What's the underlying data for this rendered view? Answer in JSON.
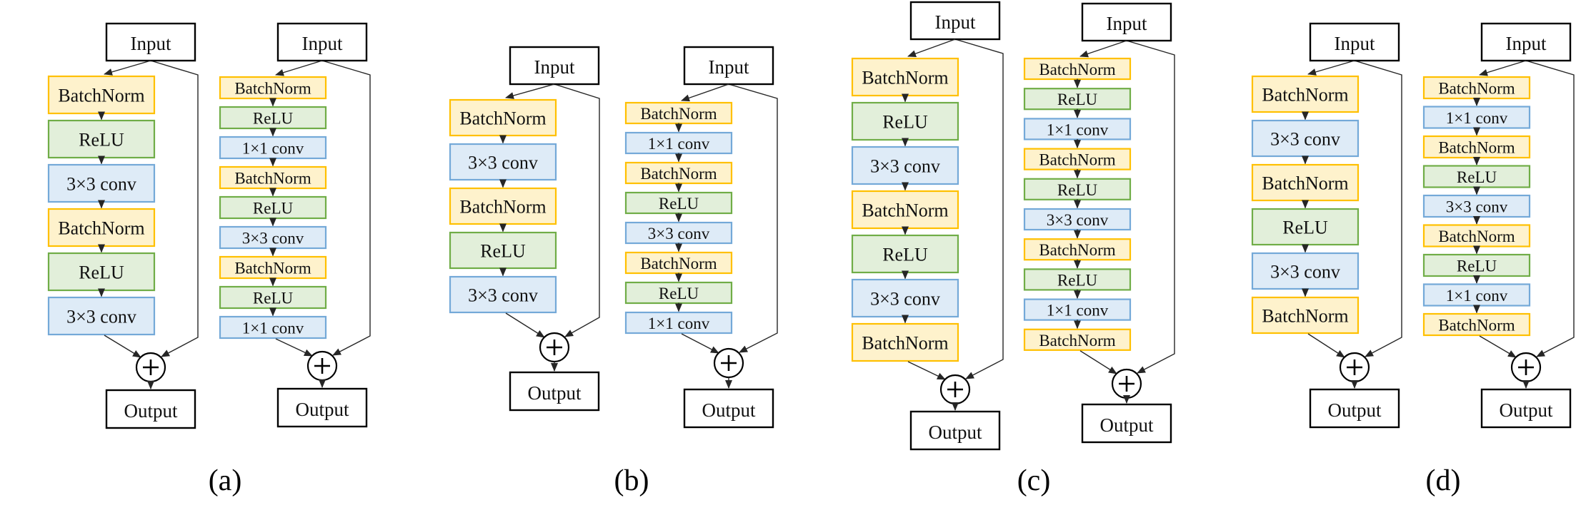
{
  "figure": {
    "node_labels": {
      "input": "Input",
      "output": "Output",
      "sum": "+"
    },
    "colors": {
      "batchnorm_fill": "#FEF2CC",
      "batchnorm_border": "#FFC000",
      "relu_fill": "#E2EFDA",
      "relu_border": "#70AD47",
      "conv_fill": "#DEEBF7",
      "conv_border": "#74A9D8",
      "io_fill": "#FFFFFF",
      "io_border": "#000000",
      "line": "#262626",
      "text": "#111111"
    },
    "panels": [
      {
        "label": "(a)",
        "columns": [
          {
            "name": "basic-block",
            "blocks": [
              {
                "type": "batchnorm",
                "label": "BatchNorm"
              },
              {
                "type": "relu",
                "label": "ReLU"
              },
              {
                "type": "conv",
                "label": "3×3 conv"
              },
              {
                "type": "batchnorm",
                "label": "BatchNorm"
              },
              {
                "type": "relu",
                "label": "ReLU"
              },
              {
                "type": "conv",
                "label": "3×3 conv"
              }
            ]
          },
          {
            "name": "bottleneck-block",
            "blocks": [
              {
                "type": "batchnorm",
                "label": "BatchNorm"
              },
              {
                "type": "relu",
                "label": "ReLU"
              },
              {
                "type": "conv",
                "label": "1×1 conv"
              },
              {
                "type": "batchnorm",
                "label": "BatchNorm"
              },
              {
                "type": "relu",
                "label": "ReLU"
              },
              {
                "type": "conv",
                "label": "3×3 conv"
              },
              {
                "type": "batchnorm",
                "label": "BatchNorm"
              },
              {
                "type": "relu",
                "label": "ReLU"
              },
              {
                "type": "conv",
                "label": "1×1 conv"
              }
            ]
          }
        ]
      },
      {
        "label": "(b)",
        "columns": [
          {
            "name": "basic-block",
            "blocks": [
              {
                "type": "batchnorm",
                "label": "BatchNorm"
              },
              {
                "type": "conv",
                "label": "3×3 conv"
              },
              {
                "type": "batchnorm",
                "label": "BatchNorm"
              },
              {
                "type": "relu",
                "label": "ReLU"
              },
              {
                "type": "conv",
                "label": "3×3 conv"
              }
            ]
          },
          {
            "name": "bottleneck-block",
            "blocks": [
              {
                "type": "batchnorm",
                "label": "BatchNorm"
              },
              {
                "type": "conv",
                "label": "1×1 conv"
              },
              {
                "type": "batchnorm",
                "label": "BatchNorm"
              },
              {
                "type": "relu",
                "label": "ReLU"
              },
              {
                "type": "conv",
                "label": "3×3 conv"
              },
              {
                "type": "batchnorm",
                "label": "BatchNorm"
              },
              {
                "type": "relu",
                "label": "ReLU"
              },
              {
                "type": "conv",
                "label": "1×1 conv"
              }
            ]
          }
        ]
      },
      {
        "label": "(c)",
        "columns": [
          {
            "name": "basic-block",
            "blocks": [
              {
                "type": "batchnorm",
                "label": "BatchNorm"
              },
              {
                "type": "relu",
                "label": "ReLU"
              },
              {
                "type": "conv",
                "label": "3×3 conv"
              },
              {
                "type": "batchnorm",
                "label": "BatchNorm"
              },
              {
                "type": "relu",
                "label": "ReLU"
              },
              {
                "type": "conv",
                "label": "3×3 conv"
              },
              {
                "type": "batchnorm",
                "label": "BatchNorm"
              }
            ]
          },
          {
            "name": "bottleneck-block",
            "blocks": [
              {
                "type": "batchnorm",
                "label": "BatchNorm"
              },
              {
                "type": "relu",
                "label": "ReLU"
              },
              {
                "type": "conv",
                "label": "1×1 conv"
              },
              {
                "type": "batchnorm",
                "label": "BatchNorm"
              },
              {
                "type": "relu",
                "label": "ReLU"
              },
              {
                "type": "conv",
                "label": "3×3 conv"
              },
              {
                "type": "batchnorm",
                "label": "BatchNorm"
              },
              {
                "type": "relu",
                "label": "ReLU"
              },
              {
                "type": "conv",
                "label": "1×1 conv"
              },
              {
                "type": "batchnorm",
                "label": "BatchNorm"
              }
            ]
          }
        ]
      },
      {
        "label": "(d)",
        "columns": [
          {
            "name": "basic-block",
            "blocks": [
              {
                "type": "batchnorm",
                "label": "BatchNorm"
              },
              {
                "type": "conv",
                "label": "3×3 conv"
              },
              {
                "type": "batchnorm",
                "label": "BatchNorm"
              },
              {
                "type": "relu",
                "label": "ReLU"
              },
              {
                "type": "conv",
                "label": "3×3 conv"
              },
              {
                "type": "batchnorm",
                "label": "BatchNorm"
              }
            ]
          },
          {
            "name": "bottleneck-block",
            "blocks": [
              {
                "type": "batchnorm",
                "label": "BatchNorm"
              },
              {
                "type": "conv",
                "label": "1×1 conv"
              },
              {
                "type": "batchnorm",
                "label": "BatchNorm"
              },
              {
                "type": "relu",
                "label": "ReLU"
              },
              {
                "type": "conv",
                "label": "3×3 conv"
              },
              {
                "type": "batchnorm",
                "label": "BatchNorm"
              },
              {
                "type": "relu",
                "label": "ReLU"
              },
              {
                "type": "conv",
                "label": "1×1 conv"
              },
              {
                "type": "batchnorm",
                "label": "BatchNorm"
              }
            ]
          }
        ]
      }
    ]
  }
}
